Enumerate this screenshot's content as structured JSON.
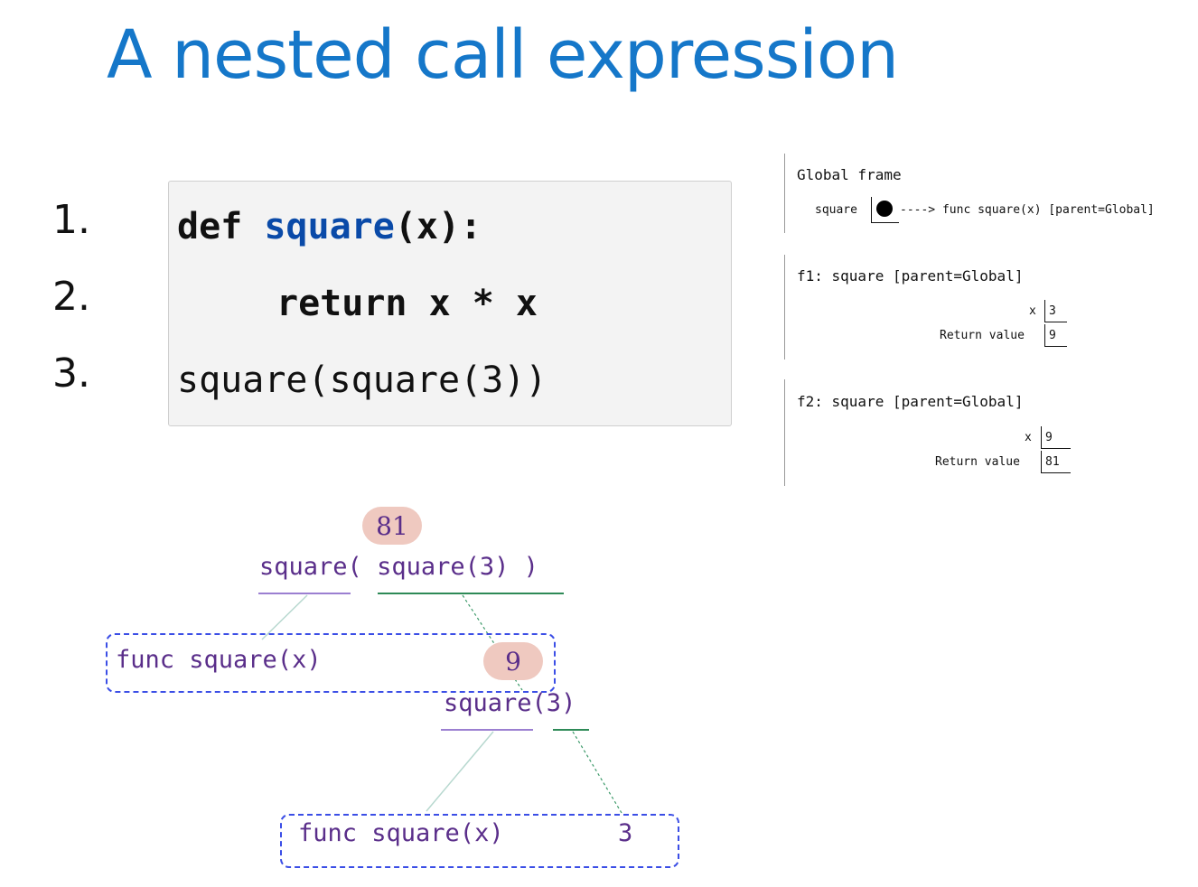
{
  "title": "A nested call expression",
  "line_numbers": [
    "1.",
    "2.",
    "3."
  ],
  "code": {
    "line1": {
      "kw": "def",
      "fn": "square",
      "rest": "(x):"
    },
    "line2": {
      "kw": "return",
      "rest": " x * x"
    },
    "line3": "square(square(3))"
  },
  "frames": {
    "global": {
      "title": "Global frame",
      "binding_name": "square",
      "binding_value": "----> func square(x) [parent=Global]"
    },
    "f1": {
      "title": "f1: square [parent=Global]",
      "x_label": "x",
      "x_value": "3",
      "return_label": "Return value",
      "return_value": "9"
    },
    "f2": {
      "title": "f2: square [parent=Global]",
      "x_label": "x",
      "x_value": "9",
      "return_label": "Return value",
      "return_value": "81"
    }
  },
  "tree": {
    "top_result": "81",
    "top_operator": "square(",
    "top_operand": "square(3)",
    "top_close": ")",
    "func1": "func square(x)",
    "mid_result": "9",
    "mid_expr_operator": "square(",
    "mid_expr_operand": "3",
    "mid_expr_close": ")",
    "func2": "func square(x)",
    "leaf_value": "3"
  },
  "colors": {
    "title": "#1577c9",
    "keyword_fn": "#0a4aa8",
    "tree_text": "#5a2e8a",
    "bubble": "#efc9c0",
    "dashed_box": "#3b4ee6",
    "operator_underline": "#9b7fd1",
    "operand_underline": "#2e8a57"
  }
}
